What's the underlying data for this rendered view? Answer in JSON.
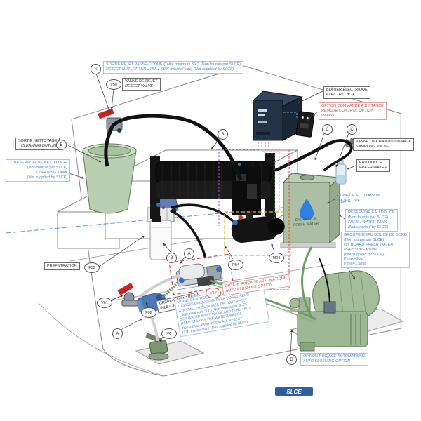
{
  "callouts": {
    "reject_outlet": {
      "tag": "R",
      "fr": "SORTIE REJET PASSE-COQUE (Taille minimum 3/4\") (Non fournis par SLCE)",
      "en": "REJECT OUTLET THRU HULL (3/4\" minimal size) (Not supplied by SLCE)"
    },
    "reject_valve": {
      "tag": "V50",
      "fr": "VANNE DE REJET",
      "en": "REJECT VALVE"
    },
    "cleaning_outlet": {
      "tag": "B",
      "fr": "SORTIE NETTOYAGE",
      "en": "CLEANING OUTLET"
    },
    "cleaning_tank": {
      "lines": [
        "RÉSERVOIR DE NETTOYAGE",
        "(Non fournis par SLCE)",
        "CLEANING TANK",
        "(Not supplied by SLCE)"
      ]
    },
    "electric_box": {
      "fr": "BOÎTIER ÉLECTRIQUE",
      "en": "ELECTRIC BOX"
    },
    "remote_control": {
      "lines": [
        "OPTION COMMANDE A DISTANCE",
        "REMOTE CONTROL OPTION",
        "999955"
      ]
    },
    "sampling_valve": {
      "fr": "VANNE D'ÉCHANTILLONNAGE",
      "en": "SAMPLING VALVE"
    },
    "fresh_water_sample": {
      "fr": "EAU DOUCE",
      "en": "FRESH WATER"
    },
    "water_line": {
      "fr": "LIGNE DE FLOTTAISON",
      "en": "WATER LINE"
    },
    "fresh_water_tank": {
      "lines": [
        "RÉSERVOIR EAU DOUCE",
        "(Non fournis par SLCE)",
        "FRESH WATER TANK",
        "(Not supplied by SLCE)"
      ]
    },
    "pressure_pump": {
      "lines": [
        "GROUPE D'EAU DOUCE DU BORD",
        "(Non fournis par SLCE)",
        "ON BOARD FRESH WATER",
        "PRESSURE PUMP",
        "(Not supplied by SLCE)",
        "Pmax=3bar",
        "Pmin=1.5bar"
      ]
    },
    "prefiltration": {
      "label": "PREFILTRATION",
      "tag": "F32"
    },
    "v01": {
      "tag": "V01"
    },
    "inlet_strainer": {
      "tag": "F02",
      "fr": "CRÉPINE D'ENTRÉE",
      "en": "INLET STRAINER"
    },
    "sea_water_inlet": {
      "tag": "V0",
      "lines": [
        "VANNE D'ENTRÉE EAU DE MER ET PASSE-COQUE",
        "UTILISÉS UNIQUEMENT PAR L'OSMOSEUR",
        "A INSTALLER ÉLOIGNÉS DE TOUT REJET",
        "(Taille minimum 3/4\") (Non fournis par SLCE)",
        "SEA WATER INLET VALVE AND THRU HULL",
        "USED ONLY BY THE WATERMAKERS",
        "TO INSTAL AWAY FROM ALL REJECT",
        "(3/4\" minimal size) (Not supplied by SLCE)"
      ]
    },
    "auto_flush_v17": {
      "tag": "V17",
      "fr": "OPTION RINÇAGE AUTOMATIQUE",
      "en": "AUTO FLUSHING OPTION"
    },
    "auto_flush_d": {
      "tag": "D",
      "fr": "OPTION RINÇAGE AUTOMATIQUE",
      "en": "AUTO FLUSHING OPTION"
    },
    "p04": {
      "tag": "P04"
    },
    "m04": {
      "tag": "M04"
    }
  },
  "hose_tags": {
    "a": "A",
    "b": "B",
    "c": "C"
  },
  "tank_text": {
    "line1": "EAU DOUCE",
    "line2": "FRESH WATER"
  },
  "logo": "SLCE",
  "palette": {
    "label_blue": "#4a86c8",
    "label_red": "#cf5050",
    "waterline_blue": "#5b9bd5",
    "tank_green": "#aabfa3",
    "pump_green": "#9cb793",
    "bucket_green": "#b9cfb2",
    "drop_blue": "#2f7fe0",
    "logo_blue": "#2e5fa3",
    "wire_purple": "#9b59d0",
    "wire_yellow": "#cdbf3c",
    "wire_green": "#4d9e4d",
    "wire_red": "#d04a4a"
  }
}
